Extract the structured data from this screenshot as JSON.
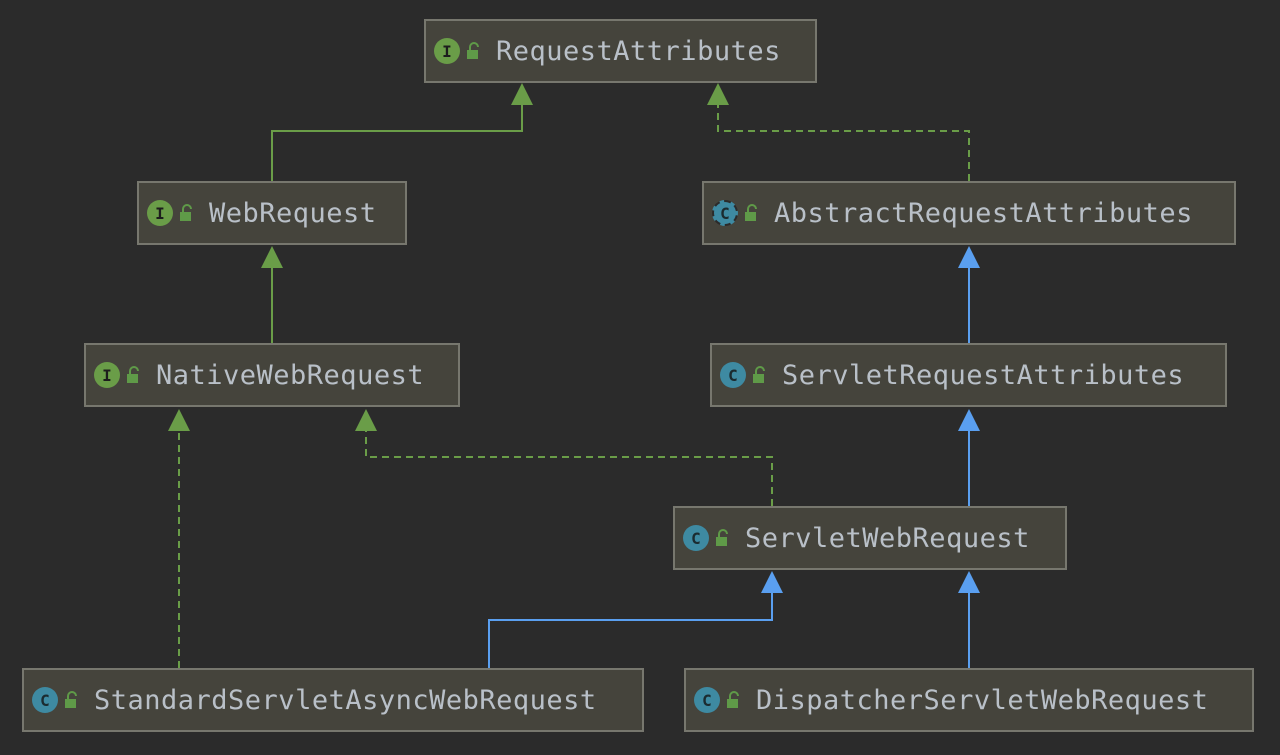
{
  "diagram": {
    "colors": {
      "background": "#2b2b2b",
      "node_fill": "#45443c",
      "node_border": "#77776e",
      "text": "#b9c0c8",
      "interface_edge": "#6a9d48",
      "class_edge": "#5a9ff0"
    },
    "nodes": [
      {
        "id": "request-attributes",
        "label": "RequestAttributes",
        "kind": "interface",
        "kind_glyph": "I"
      },
      {
        "id": "web-request",
        "label": "WebRequest",
        "kind": "interface",
        "kind_glyph": "I"
      },
      {
        "id": "abstract-request-attributes",
        "label": "AbstractRequestAttributes",
        "kind": "abstract",
        "kind_glyph": "C"
      },
      {
        "id": "native-web-request",
        "label": "NativeWebRequest",
        "kind": "interface",
        "kind_glyph": "I"
      },
      {
        "id": "servlet-request-attributes",
        "label": "ServletRequestAttributes",
        "kind": "class",
        "kind_glyph": "C"
      },
      {
        "id": "servlet-web-request",
        "label": "ServletWebRequest",
        "kind": "class",
        "kind_glyph": "C"
      },
      {
        "id": "standard-servlet-async-web-request",
        "label": "StandardServletAsyncWebRequest",
        "kind": "class",
        "kind_glyph": "C"
      },
      {
        "id": "dispatcher-servlet-web-request",
        "label": "DispatcherServletWebRequest",
        "kind": "class",
        "kind_glyph": "C"
      }
    ],
    "edges": [
      {
        "from": "web-request",
        "to": "request-attributes",
        "type": "extends-interface"
      },
      {
        "from": "abstract-request-attributes",
        "to": "request-attributes",
        "type": "implements"
      },
      {
        "from": "native-web-request",
        "to": "web-request",
        "type": "extends-interface"
      },
      {
        "from": "servlet-request-attributes",
        "to": "abstract-request-attributes",
        "type": "extends-class"
      },
      {
        "from": "servlet-web-request",
        "to": "servlet-request-attributes",
        "type": "extends-class"
      },
      {
        "from": "servlet-web-request",
        "to": "native-web-request",
        "type": "implements"
      },
      {
        "from": "standard-servlet-async-web-request",
        "to": "native-web-request",
        "type": "implements"
      },
      {
        "from": "standard-servlet-async-web-request",
        "to": "servlet-web-request",
        "type": "extends-class"
      },
      {
        "from": "dispatcher-servlet-web-request",
        "to": "servlet-web-request",
        "type": "extends-class"
      }
    ]
  }
}
